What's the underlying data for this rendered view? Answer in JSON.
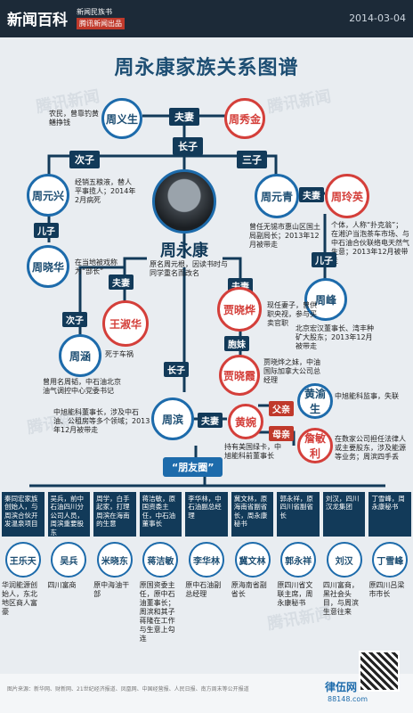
{
  "header": {
    "brand": "新闻百科",
    "sub1": "新闻民族书",
    "sub2": "腾讯新闻出品",
    "date": "2014-03-04"
  },
  "title": "周永康家族关系图谱",
  "watermark": "腾讯新闻",
  "people": {
    "zhou_yusheng": {
      "name": "周义生",
      "note": "农民，曾靠钓黄鳝挣钱"
    },
    "zhou_xiujin": {
      "name": "周秀金"
    },
    "zhou_yuanxing": {
      "name": "周元兴",
      "note": "经销五粮液，替人平事揽人；2014年2月病死"
    },
    "zhou_xiaohua": {
      "name": "周晓华",
      "note": "在当地被戏称为“部长”"
    },
    "zhou_yuanqing": {
      "name": "周元青",
      "note": "曾任无锡市惠山区国土局副局长；2013年12月被带走"
    },
    "zhou_lingying": {
      "name": "周玲英",
      "note": "个体，人称“扑克翁”；在湘沪当泡茶车市场、与中石油合伙联络电天然气生意；2013年12月被带走"
    },
    "zhou_feng": {
      "name": "周峰",
      "note": "北京宏汉董事长、湾丰种矿大股东；2013年12月被带走"
    },
    "zhou_yongkang": {
      "name": "周永康",
      "note": "原名周元根，因读书时与同学重名而改名"
    },
    "wang_shuhua": {
      "name": "王淑华",
      "note": "死于车祸"
    },
    "jia_xiaoye": {
      "name": "贾晓烨",
      "note": "现任妻子，曾供职央视，参与买卖官职"
    },
    "jia_xiaoxia": {
      "name": "贾晓霞",
      "note": "贾晓烨之妹，中油国际加拿大公司总经理"
    },
    "zhou_tao": {
      "name": "周涵",
      "note": "曾用名周韬，中石油北京油气调控中心党委书记"
    },
    "zhou_bin": {
      "name": "周滨",
      "note": "中旭能科董事长，涉及中石油、公租房等多个领域；2013年12月被带走"
    },
    "huang_wan": {
      "name": "黄婉",
      "note": "持有美国绿卡，中旭能科前董事长"
    },
    "huang_yusheng": {
      "name": "黄渝生",
      "note": "中旭能科监事，失联"
    },
    "zhan_minli": {
      "name": "詹敏利",
      "note": "在数家公司担任法律人或主要股东，涉及能源等业务；周滨四手丢"
    }
  },
  "relations": {
    "spouse": "夫妻",
    "eldest_son": "长子",
    "second_son": "次子",
    "third_son": "三子",
    "son": "儿子",
    "sister": "胞妹",
    "father": "父亲",
    "mother": "母亲"
  },
  "friends_label": "“朋友圈”",
  "friends": [
    {
      "box": "秦同宏家族创始人，与周滨合伙开发温泉项目",
      "name": "王乐天",
      "desc": "华润能源创始人，东北地区商人富豪"
    },
    {
      "box": "吴兵，前中石油四川分公司人员，周滨重要股东",
      "name": "吴兵",
      "desc": "四川富商"
    },
    {
      "box": "周学，白手起家，打理周滨在海南的生意",
      "name": "米晓东",
      "desc": "原中海油干部"
    },
    {
      "box": "蒋洁敏，原国资委主任，中石油董事长",
      "name": "蒋洁敏",
      "desc": "原国资委主任，原中石油董事长；周滨和其子蒋隆在工作与生意上勾连"
    },
    {
      "box": "李华林，中石油副总经理",
      "name": "李华林",
      "desc": "原中石油副总经理"
    },
    {
      "box": "冀文林，原海南省副省长，周永康秘书",
      "name": "冀文林",
      "desc": "原海南省副省长"
    },
    {
      "box": "郭永祥，原四川省副省长",
      "name": "郭永祥",
      "desc": "原四川省文联主席，周永康秘书"
    },
    {
      "box": "刘汉，四川汉龙集团",
      "name": "刘汉",
      "desc": "四川富商，黑社会头目，与周滨生意往来"
    },
    {
      "box": "丁雪峰，周永康秘书",
      "name": "丁雪峰",
      "desc": "原四川吕梁市市长"
    }
  ],
  "footer": {
    "text": "图片来源：新华网、财新网、21世纪经济报道、凤凰网、中国经营报、人民日报、南方周末等公开报道",
    "site_name": "律伍网",
    "site_url": "88148.com"
  }
}
